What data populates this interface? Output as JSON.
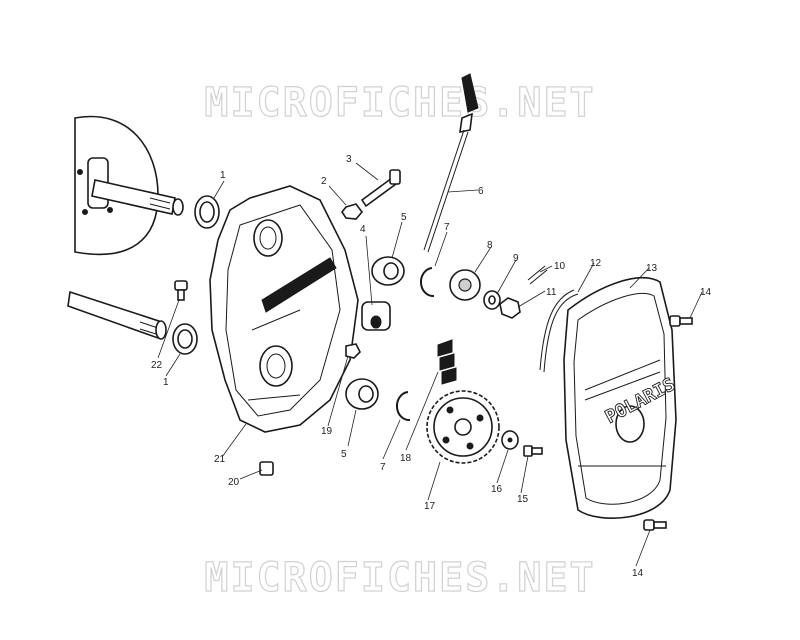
{
  "watermark": {
    "top": "MICROFICHES.NET",
    "bottom": "MICROFICHES.NET"
  },
  "brand_logo": "POLARIS",
  "callouts": [
    "1",
    "2",
    "3",
    "4",
    "5",
    "6",
    "7",
    "8",
    "9",
    "10",
    "11",
    "12",
    "13",
    "14",
    "22",
    "1",
    "19",
    "5",
    "7",
    "18",
    "17",
    "16",
    "15",
    "21",
    "20",
    "14"
  ]
}
